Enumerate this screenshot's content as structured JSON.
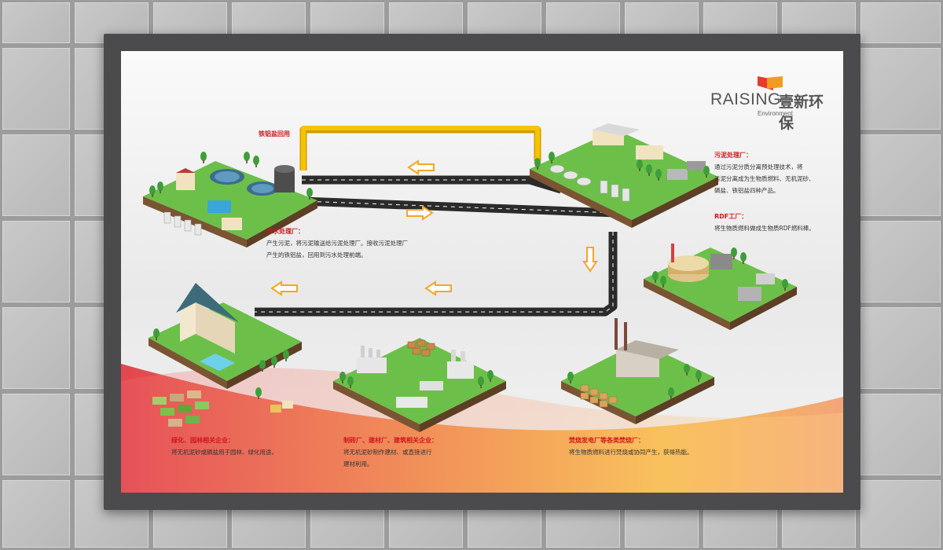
{
  "logo": {
    "brand": "RAISING",
    "brand_cn": "壹新环保",
    "sub": "Environment"
  },
  "labels": {
    "iron_aluminum_recycle": "铁铝盐回用"
  },
  "sections": {
    "sludge_plant": {
      "title": "污泥处理厂：",
      "lines": [
        "通过污泥分质分离预处理技术，将",
        "污泥分离成为生物质燃料、无机泥砂、",
        "磷盐、铁铝盐四种产品。"
      ]
    },
    "rdf_plant": {
      "title": "RDF工厂：",
      "lines": [
        "将生物质燃料做成生物质RDF燃料棒。"
      ]
    },
    "sewage_plant": {
      "title": "污水处理厂：",
      "lines": [
        "产生污泥，将污泥输送给污泥处理厂。接收污泥处理厂",
        "产生的铁铝盐，回用到污水处理前端。"
      ]
    },
    "greening": {
      "title": "绿化、园林相关企业：",
      "lines": [
        "将无机泥砂或磷盐用于园林、绿化用途。"
      ]
    },
    "brick": {
      "title": "制砖厂、建材厂、建筑相关企业：",
      "lines": [
        "将无机泥砂制作建材、或直接进行",
        "建材利用。"
      ]
    },
    "power": {
      "title": "焚烧发电厂等各类焚烧厂：",
      "lines": [
        "将生物质燃料进行焚烧或协同产生，获得热能。"
      ]
    }
  },
  "colors": {
    "accent_red": "#d0161b",
    "road": "#2b2b2b",
    "pipe": "#f5c400",
    "arrow": "#f5a623",
    "grass": "#6cc04a"
  }
}
